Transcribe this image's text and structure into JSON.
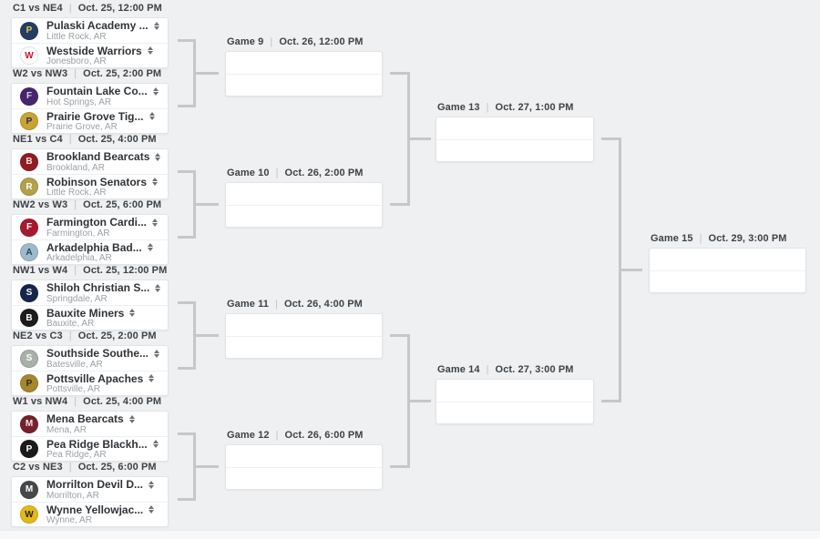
{
  "separator": "|",
  "colors": {
    "background": "#eef0f2",
    "card_background": "#ffffff",
    "card_border": "#e2e4e8",
    "connector": "#c5c8cb",
    "header_text": "#3f4245",
    "team_name_text": "#2f3337",
    "location_text": "#9aa0a6"
  },
  "round1": [
    {
      "header": {
        "matchup": "C1 vs NE4",
        "datetime": "Oct. 25, 12:00 PM"
      },
      "teams": [
        {
          "name": "Pulaski Academy ...",
          "location": "Little Rock, AR",
          "logo_initial": "P",
          "logo_bg": "#243e63",
          "logo_fg": "#e8c25a"
        },
        {
          "name": "Westside Warriors",
          "location": "Jonesboro, AR",
          "logo_initial": "W",
          "logo_bg": "#ffffff",
          "logo_fg": "#c8102e"
        }
      ]
    },
    {
      "header": {
        "matchup": "W2 vs NW3",
        "datetime": "Oct. 25, 2:00 PM"
      },
      "teams": [
        {
          "name": "Fountain Lake Co...",
          "location": "Hot Springs, AR",
          "logo_initial": "F",
          "logo_bg": "#46256d",
          "logo_fg": "#d9cfe8"
        },
        {
          "name": "Prairie Grove Tig...",
          "location": "Prairie Grove, AR",
          "logo_initial": "P",
          "logo_bg": "#caa433",
          "logo_fg": "#223055"
        }
      ]
    },
    {
      "header": {
        "matchup": "NE1 vs C4",
        "datetime": "Oct. 25, 4:00 PM"
      },
      "teams": [
        {
          "name": "Brookland Bearcats",
          "location": "Brookland, AR",
          "logo_initial": "B",
          "logo_bg": "#8f1d22",
          "logo_fg": "#f3e3e3"
        },
        {
          "name": "Robinson Senators",
          "location": "Little Rock, AR",
          "logo_initial": "R",
          "logo_bg": "#b3a04a",
          "logo_fg": "#ffffff"
        }
      ]
    },
    {
      "header": {
        "matchup": "NW2 vs W3",
        "datetime": "Oct. 25, 6:00 PM"
      },
      "teams": [
        {
          "name": "Farmington Cardi...",
          "location": "Farmington, AR",
          "logo_initial": "F",
          "logo_bg": "#a6192e",
          "logo_fg": "#ffffff"
        },
        {
          "name": "Arkadelphia Bad...",
          "location": "Arkadelphia, AR",
          "logo_initial": "A",
          "logo_bg": "#9fb9cc",
          "logo_fg": "#27455f"
        }
      ]
    },
    {
      "header": {
        "matchup": "NW1 vs W4",
        "datetime": "Oct. 25, 12:00 PM"
      },
      "teams": [
        {
          "name": "Shiloh Christian S...",
          "location": "Springdale, AR",
          "logo_initial": "S",
          "logo_bg": "#14264a",
          "logo_fg": "#ffffff"
        },
        {
          "name": "Bauxite Miners",
          "location": "Bauxite, AR",
          "logo_initial": "B",
          "logo_bg": "#1c1c1c",
          "logo_fg": "#ffffff"
        }
      ]
    },
    {
      "header": {
        "matchup": "NE2 vs C3",
        "datetime": "Oct. 25, 2:00 PM"
      },
      "teams": [
        {
          "name": "Southside Southe...",
          "location": "Batesville, AR",
          "logo_initial": "S",
          "logo_bg": "#a9b0aa",
          "logo_fg": "#ffffff"
        },
        {
          "name": "Pottsville Apaches",
          "location": "Pottsville, AR",
          "logo_initial": "P",
          "logo_bg": "#a8862e",
          "logo_fg": "#2b2b2b"
        }
      ]
    },
    {
      "header": {
        "matchup": "W1 vs NW4",
        "datetime": "Oct. 25, 4:00 PM"
      },
      "teams": [
        {
          "name": "Mena Bearcats",
          "location": "Mena, AR",
          "logo_initial": "M",
          "logo_bg": "#77202c",
          "logo_fg": "#f0e6e6"
        },
        {
          "name": "Pea Ridge Blackh...",
          "location": "Pea Ridge, AR",
          "logo_initial": "P",
          "logo_bg": "#1a1a1a",
          "logo_fg": "#ffffff"
        }
      ]
    },
    {
      "header": {
        "matchup": "C2 vs NE3",
        "datetime": "Oct. 25, 6:00 PM"
      },
      "teams": [
        {
          "name": "Morrilton Devil D...",
          "location": "Morrilton, AR",
          "logo_initial": "M",
          "logo_bg": "#46484a",
          "logo_fg": "#ffffff"
        },
        {
          "name": "Wynne Yellowjac...",
          "location": "Wynne, AR",
          "logo_initial": "W",
          "logo_bg": "#e3b818",
          "logo_fg": "#26262b"
        }
      ]
    }
  ],
  "round2": [
    {
      "label": "Game 9",
      "datetime": "Oct. 26, 12:00 PM"
    },
    {
      "label": "Game 10",
      "datetime": "Oct. 26, 2:00 PM"
    },
    {
      "label": "Game 11",
      "datetime": "Oct. 26, 4:00 PM"
    },
    {
      "label": "Game 12",
      "datetime": "Oct. 26, 6:00 PM"
    }
  ],
  "round3": [
    {
      "label": "Game 13",
      "datetime": "Oct. 27, 1:00 PM"
    },
    {
      "label": "Game 14",
      "datetime": "Oct. 27, 3:00 PM"
    }
  ],
  "final15": {
    "label": "Game 15",
    "datetime": "Oct. 29, 3:00 PM"
  }
}
